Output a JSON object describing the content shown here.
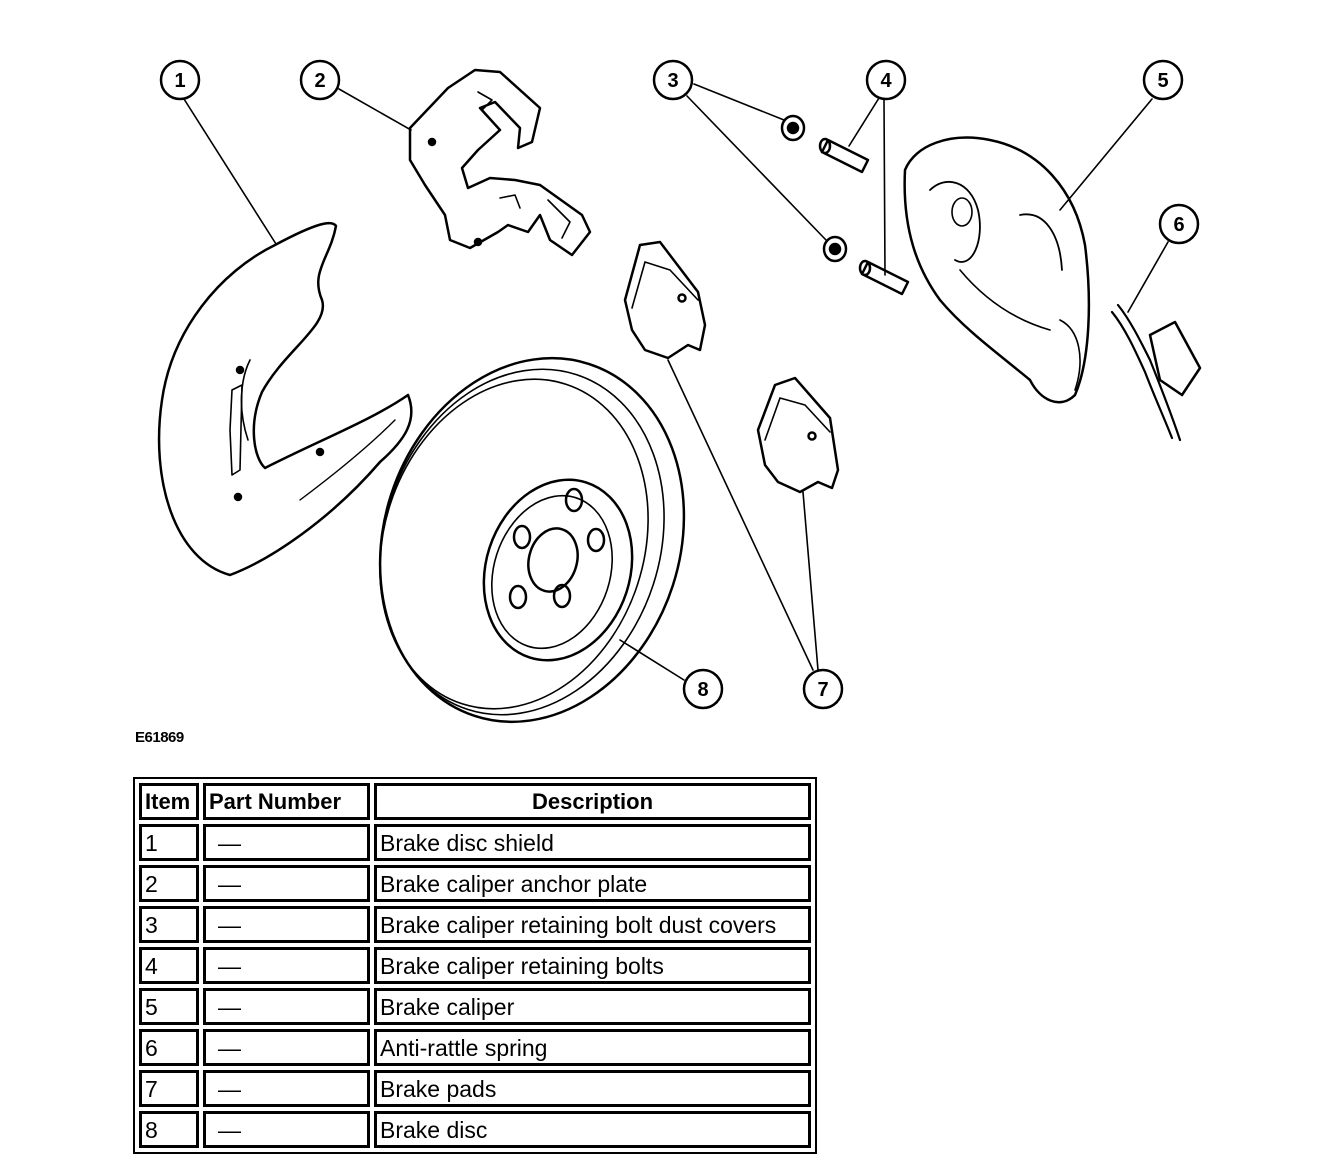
{
  "figure": {
    "id": "E61869",
    "callouts": [
      "1",
      "2",
      "3",
      "4",
      "5",
      "6",
      "7",
      "8"
    ]
  },
  "table": {
    "headers": {
      "item": "Item",
      "part_number": "Part Number",
      "description": "Description"
    },
    "rows": [
      {
        "item": "1",
        "part_number": "—",
        "description": "Brake disc shield"
      },
      {
        "item": "2",
        "part_number": "—",
        "description": "Brake caliper anchor plate"
      },
      {
        "item": "3",
        "part_number": "—",
        "description": "Brake caliper retaining bolt dust covers"
      },
      {
        "item": "4",
        "part_number": "—",
        "description": "Brake caliper retaining bolts"
      },
      {
        "item": "5",
        "part_number": "—",
        "description": "Brake caliper"
      },
      {
        "item": "6",
        "part_number": "—",
        "description": "Anti-rattle spring"
      },
      {
        "item": "7",
        "part_number": "—",
        "description": "Brake pads"
      },
      {
        "item": "8",
        "part_number": "—",
        "description": "Brake disc"
      }
    ]
  }
}
